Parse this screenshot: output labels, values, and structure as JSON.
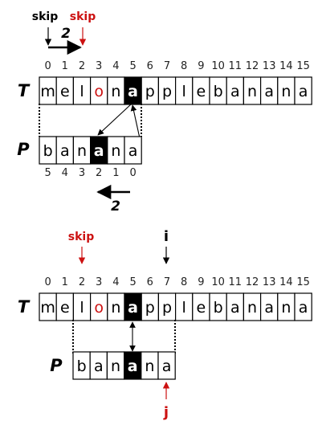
{
  "colors": {
    "black": "#000000",
    "red": "#cc1111",
    "highlight": "#000000"
  },
  "top": {
    "skip_black_label": "skip",
    "skip_red_label": "skip",
    "shift_amount": "2",
    "text_indices": [
      "0",
      "1",
      "2",
      "3",
      "4",
      "5",
      "6",
      "7",
      "8",
      "9",
      "10",
      "11",
      "12",
      "13",
      "14",
      "15"
    ],
    "text_label": "T",
    "text_chars": [
      "m",
      "e",
      "l",
      "o",
      "n",
      "a",
      "p",
      "p",
      "l",
      "e",
      "b",
      "a",
      "n",
      "a",
      "n",
      "a"
    ],
    "text_red_index": 3,
    "text_highlight_index": 5,
    "pattern_label": "P",
    "pattern_chars": [
      "b",
      "a",
      "n",
      "a",
      "n",
      "a"
    ],
    "pattern_highlight_index": 3,
    "pattern_indices": [
      "5",
      "4",
      "3",
      "2",
      "1",
      "0"
    ],
    "back_shift_amount": "2"
  },
  "bottom": {
    "skip_red_label": "skip",
    "i_label": "i",
    "text_indices": [
      "0",
      "1",
      "2",
      "3",
      "4",
      "5",
      "6",
      "7",
      "8",
      "9",
      "10",
      "11",
      "12",
      "13",
      "14",
      "15"
    ],
    "text_label": "T",
    "text_chars": [
      "m",
      "e",
      "l",
      "o",
      "n",
      "a",
      "p",
      "p",
      "l",
      "e",
      "b",
      "a",
      "n",
      "a",
      "n",
      "a"
    ],
    "text_red_index": 3,
    "text_highlight_index": 5,
    "pattern_label": "P",
    "pattern_chars": [
      "b",
      "a",
      "n",
      "a",
      "n",
      "a"
    ],
    "pattern_highlight_index": 3,
    "j_label": "j"
  }
}
